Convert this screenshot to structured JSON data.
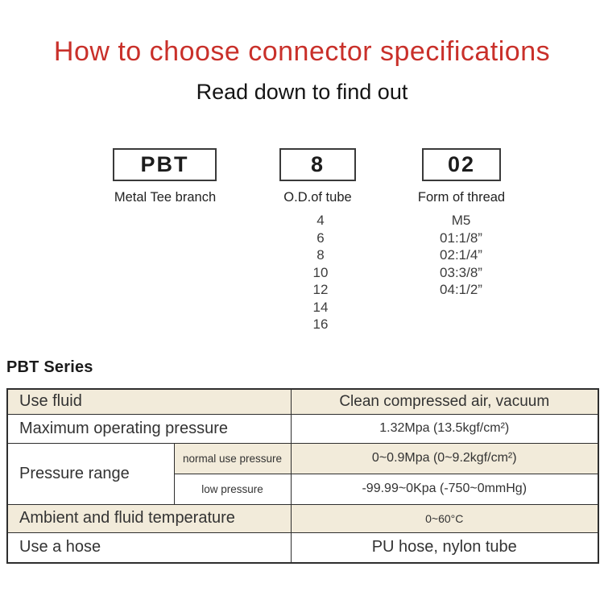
{
  "header": {
    "title": "How to choose connector specifications",
    "subtitle": "Read down to find out"
  },
  "model_code": {
    "segments": [
      {
        "code": "PBT",
        "label": "Metal Tee branch"
      },
      {
        "code": "8",
        "label": "O.D.of tube"
      },
      {
        "code": "02",
        "label": "Form of thread"
      }
    ],
    "tube_od_options": [
      "4",
      "6",
      "8",
      "10",
      "12",
      "14",
      "16"
    ],
    "thread_options": [
      "M5",
      "01:1/8”",
      "02:1/4”",
      "03:3/8”",
      "04:1/2”"
    ]
  },
  "series": {
    "heading": "PBT Series"
  },
  "spec_table": {
    "stripe_color": "#f2ebda",
    "border_color": "#2e2e2e",
    "use_fluid": {
      "label": "Use fluid",
      "value": "Clean compressed air, vacuum"
    },
    "max_pressure": {
      "label": "Maximum operating pressure",
      "value": "1.32Mpa (13.5kgf/cm²)"
    },
    "pressure_range": {
      "label": "Pressure range",
      "normal": {
        "label": "normal use pressure",
        "value": "0~0.9Mpa (0~9.2kgf/cm²)"
      },
      "low": {
        "label": "low pressure",
        "value": "-99.99~0Kpa (-750~0mmHg)"
      }
    },
    "temperature": {
      "label": "Ambient and fluid temperature",
      "value": "0~60°C"
    },
    "hose": {
      "label": "Use a hose",
      "value": "PU hose, nylon tube"
    }
  }
}
